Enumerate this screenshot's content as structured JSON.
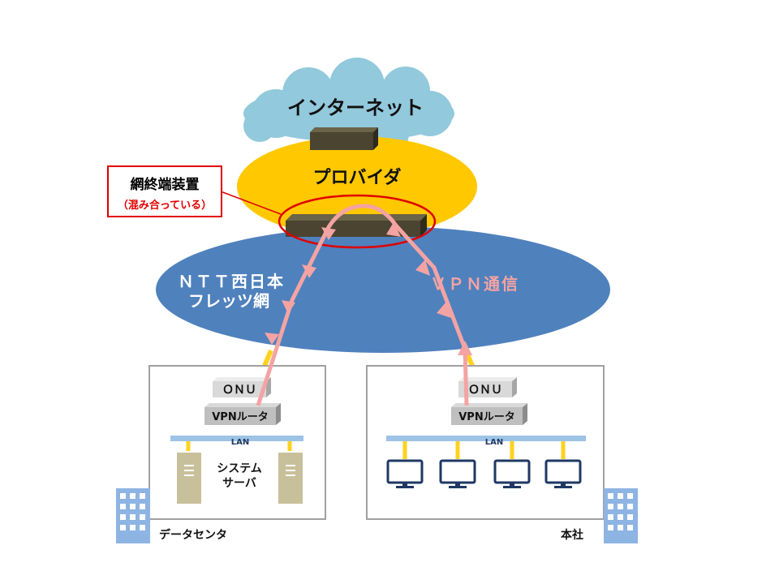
{
  "internet": {
    "label": "インターネット"
  },
  "provider": {
    "label": "プロバイダ"
  },
  "flets": {
    "line1": "ＮＴＴ西日本",
    "line2": "フレッツ網"
  },
  "vpn": {
    "label": "ＶＰＮ通信"
  },
  "callout": {
    "title": "網終端装置",
    "subtitle": "（混み合っている）"
  },
  "datacenter": {
    "onu": "ＯＮＵ",
    "router": "VPNルータ",
    "lan": "LAN",
    "server_line1": "システム",
    "server_line2": "サーバ",
    "label": "データセンタ"
  },
  "headquarters": {
    "onu": "ＯＮＵ",
    "router": "VPNルータ",
    "lan": "LAN",
    "label": "本社"
  },
  "colors": {
    "cloud": "#92c9dc",
    "provider": "#ffc800",
    "flets": "#4f81bd",
    "vpn_path": "#f4a3a3",
    "device": "#4a4430",
    "highlight": "#e00000",
    "lan": "#9dc3e6",
    "connector": "#ffd21e",
    "pc": "#1f3864",
    "building": "#8eb4e3"
  }
}
